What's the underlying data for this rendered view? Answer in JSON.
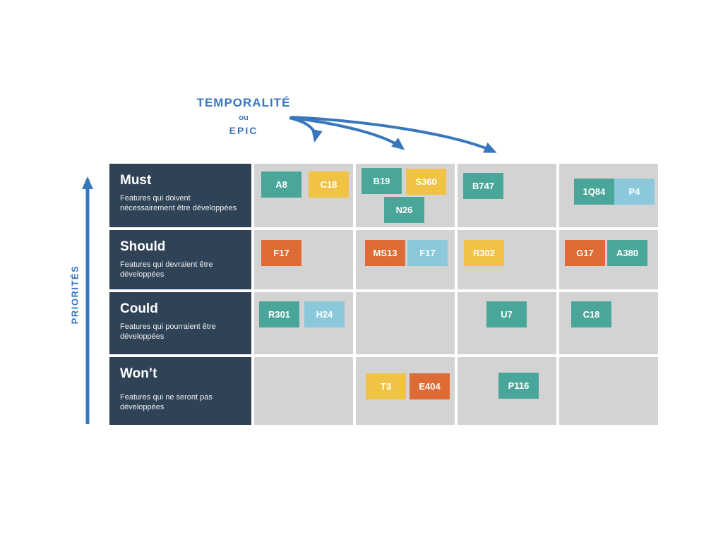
{
  "title": {
    "line1": "TEMPORALITÉ",
    "line2": "ou",
    "line3": "EPIC"
  },
  "axis": {
    "label": "PRIORITÉS"
  },
  "rows": [
    {
      "title": "Must",
      "description": "Features qui doivent nécessairement être développées"
    },
    {
      "title": "Should",
      "description": "Features qui devraient être développées"
    },
    {
      "title": "Could",
      "description": "Features qui pourraient être développées"
    },
    {
      "title": "Won’t",
      "description": "Features qui ne seront pas développées"
    }
  ],
  "tags": [
    {
      "label": "A8",
      "color": "teal"
    },
    {
      "label": "C18",
      "color": "yellow"
    },
    {
      "label": "B19",
      "color": "teal"
    },
    {
      "label": "S360",
      "color": "yellow"
    },
    {
      "label": "N26",
      "color": "teal"
    },
    {
      "label": "B747",
      "color": "teal"
    },
    {
      "label": "1Q84",
      "color": "teal"
    },
    {
      "label": "P4",
      "color": "lightblue"
    },
    {
      "label": "F17",
      "color": "orange"
    },
    {
      "label": "MS13",
      "color": "orange"
    },
    {
      "label": "F17",
      "color": "lightblue"
    },
    {
      "label": "R302",
      "color": "yellow"
    },
    {
      "label": "G17",
      "color": "orange"
    },
    {
      "label": "A380",
      "color": "teal"
    },
    {
      "label": "R301",
      "color": "teal"
    },
    {
      "label": "H24",
      "color": "lightblue"
    },
    {
      "label": "U7",
      "color": "teal"
    },
    {
      "label": "C18",
      "color": "teal"
    },
    {
      "label": "T3",
      "color": "yellow"
    },
    {
      "label": "E404",
      "color": "orange"
    },
    {
      "label": "P116",
      "color": "teal"
    }
  ],
  "colors": {
    "teal": "#4BA69A",
    "yellow": "#F0C344",
    "orange": "#DD6B36",
    "lightblue": "#8CC8DC",
    "header_bg": "#2F4256",
    "cell_bg": "#D3D3D3",
    "accent_blue": "#3977BD"
  }
}
